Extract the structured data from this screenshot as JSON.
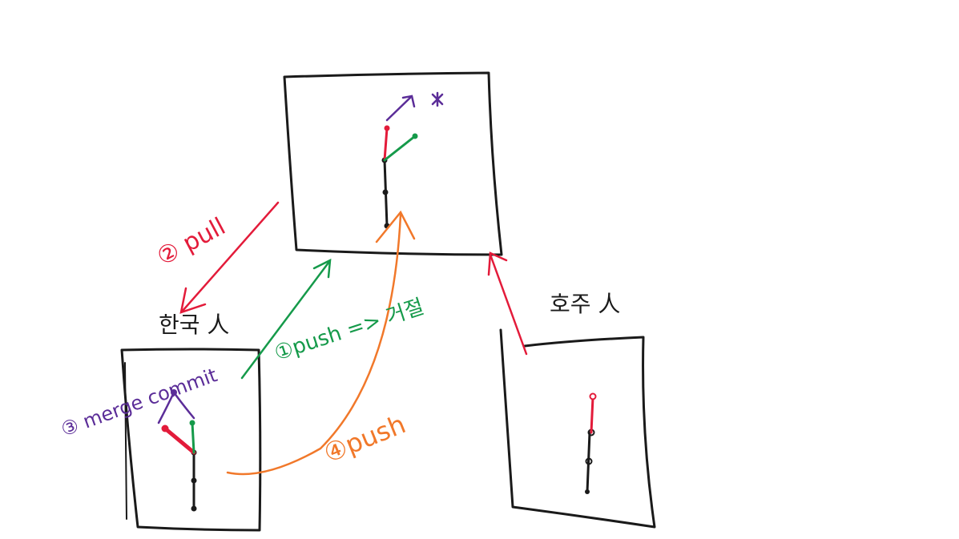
{
  "colors": {
    "ink": "#1a1a1a",
    "red": "#e31b3a",
    "green": "#159a4a",
    "purple": "#5b2d98",
    "orange": "#f1782a"
  },
  "labels": {
    "korea_person": "한국 人",
    "australia_person": "호주 人",
    "pull": "② pull",
    "push1": "①push => 거절",
    "push4": "④push",
    "merge": "③ merge commit"
  }
}
